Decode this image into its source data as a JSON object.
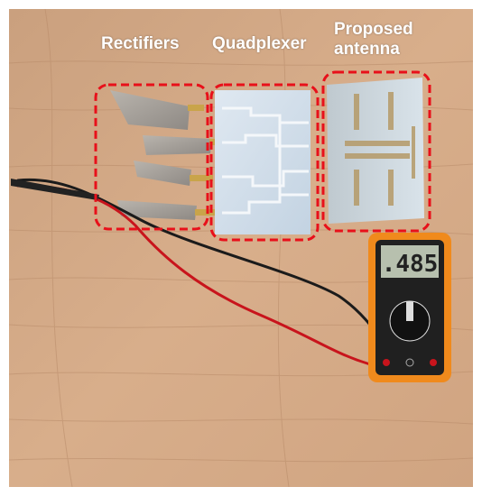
{
  "labels": {
    "rectifiers": "Rectifiers",
    "quadplexer": "Quadplexer",
    "antenna_line1": "Proposed",
    "antenna_line2": "antenna"
  },
  "meter": {
    "reading": ".485"
  },
  "colors": {
    "highlight": "#e8101a",
    "wood": "#d4a985",
    "board": "#cfdde9",
    "meter_body": "#f08a1c",
    "lcd": "#b7c0ae",
    "wire_red": "#c8141c",
    "wire_black": "#1b1b1b",
    "label_text": "#ffffff"
  }
}
